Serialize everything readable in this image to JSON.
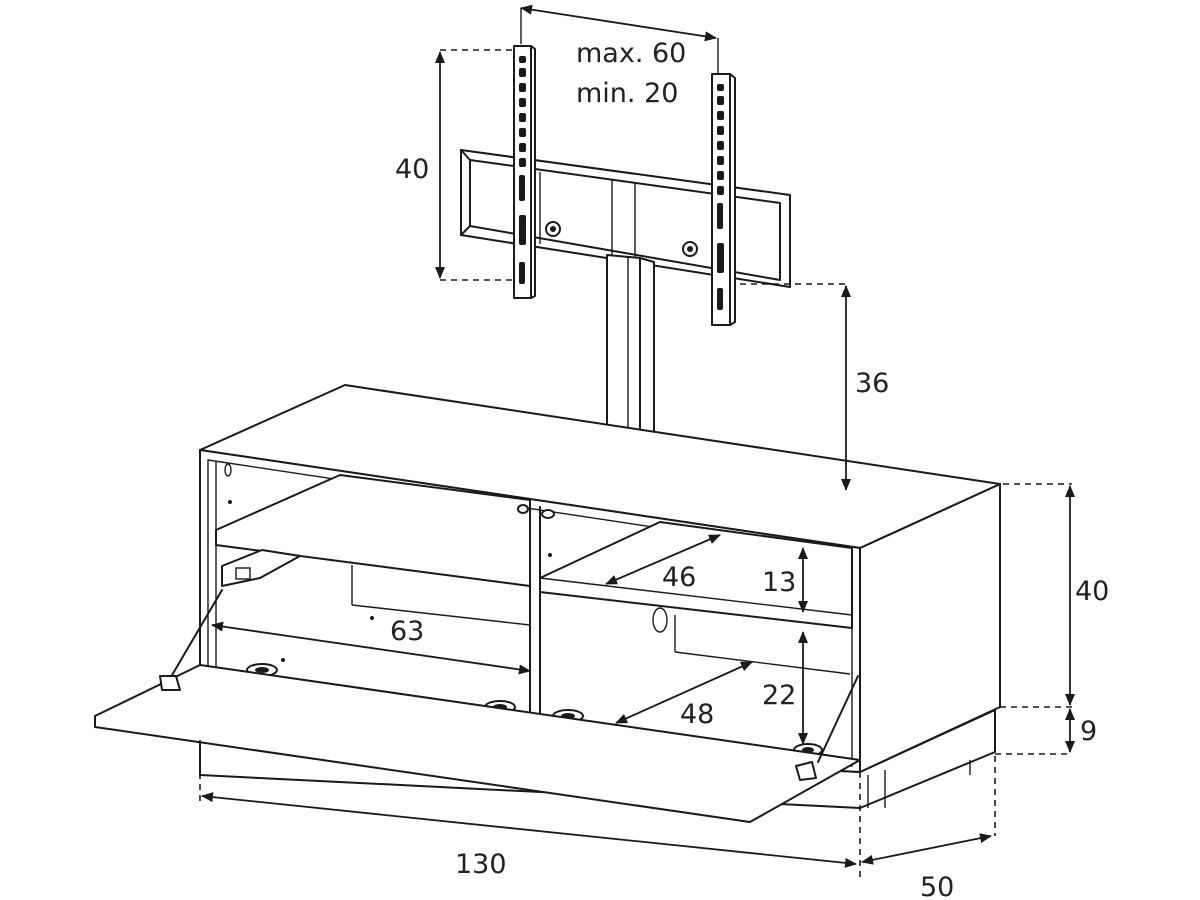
{
  "colors": {
    "line": "#1a1a1a",
    "text": "#222222",
    "background": "#ffffff"
  },
  "labels": {
    "bracket_spacing_max": "max. 60",
    "bracket_spacing_min": "min. 20",
    "bracket_height": "40",
    "bracket_to_top": "36",
    "cabinet_height": "40",
    "foot_height": "9",
    "inner_width_left": "63",
    "shelf_depth_upper": "46",
    "shelf_gap_upper": "13",
    "shelf_depth_lower": "48",
    "shelf_gap_lower": "22",
    "total_width": "130",
    "total_depth": "50"
  }
}
